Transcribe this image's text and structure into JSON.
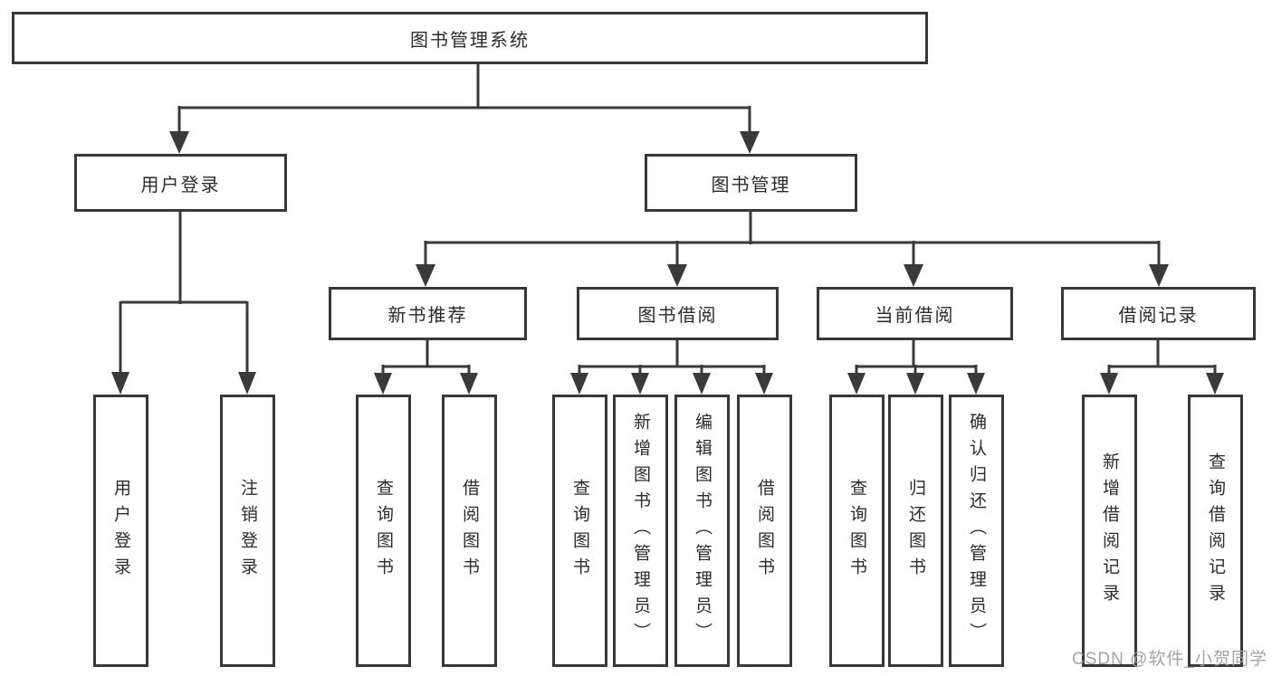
{
  "tree": {
    "root_label": "图书管理系统",
    "level2": [
      {
        "label": "用户登录",
        "children": [
          "用户登录",
          "注销登录"
        ]
      },
      {
        "label": "图书管理"
      }
    ],
    "level3": [
      {
        "label": "新书推荐",
        "children": [
          "查询图书",
          "借阅图书"
        ]
      },
      {
        "label": "图书借阅",
        "children": [
          "查询图书",
          "新增图书（管理员）",
          "编辑图书（管理员）",
          "借阅图书"
        ]
      },
      {
        "label": "当前借阅",
        "children": [
          "查询图书",
          "归还图书",
          "确认归还（管理员）"
        ]
      },
      {
        "label": "借阅记录",
        "children": [
          "新增借阅记录",
          "查询借阅记录"
        ]
      }
    ]
  },
  "watermark": "CSDN @软件_小贺同学",
  "colors": {
    "line": "#3a3a3a",
    "box_border": "#383838",
    "text": "#2b2b2b",
    "watermark": "#9e9e9e",
    "background": "#ffffff"
  }
}
